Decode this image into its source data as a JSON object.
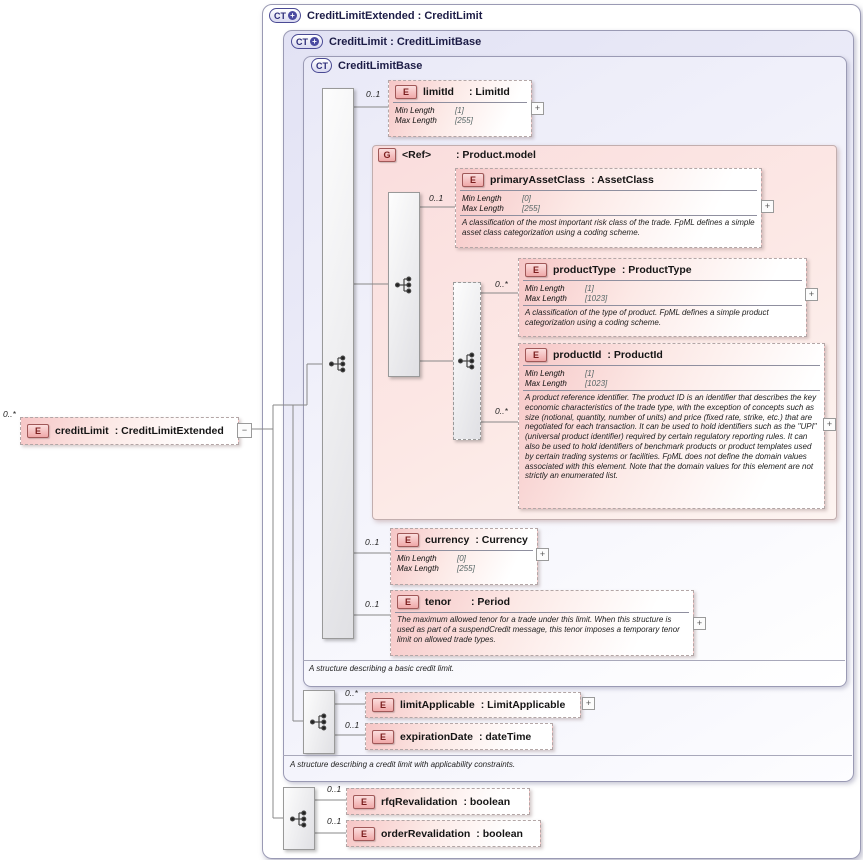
{
  "containers": {
    "extended": {
      "badge": "CT",
      "badge_plus": "+",
      "title": "CreditLimitExtended : CreditLimit"
    },
    "limit": {
      "badge": "CT",
      "badge_plus": "+",
      "title": "CreditLimit : CreditLimitBase",
      "footnote": "A structure describing a credit limit with applicability constraints."
    },
    "base": {
      "badge": "CT",
      "title": "CreditLimitBase",
      "footnote": "A structure describing a basic credit limit."
    }
  },
  "group": {
    "badge": "G",
    "name": "<Ref>",
    "sep": ":",
    "type": "Product.model"
  },
  "source": {
    "cardinality": "0..*",
    "badge": "E",
    "name": "creditLimit",
    "sep": ":",
    "type": "CreditLimitExtended",
    "collapse": "−"
  },
  "elements": {
    "limitId": {
      "cardinality": "0..1",
      "badge": "E",
      "name": "limitId",
      "sep": ":",
      "type": "LimitId",
      "expand": "+",
      "facts": [
        {
          "label": "Min Length",
          "value": "[1]"
        },
        {
          "label": "Max Length",
          "value": "[255]"
        }
      ]
    },
    "primaryAssetClass": {
      "cardinality": "0..1",
      "badge": "E",
      "name": "primaryAssetClass",
      "sep": ":",
      "type": "AssetClass",
      "expand": "+",
      "facts": [
        {
          "label": "Min Length",
          "value": "[0]"
        },
        {
          "label": "Max Length",
          "value": "[255]"
        }
      ],
      "annotation": "A classification of the most important risk class of the trade. FpML defines a simple asset class categorization using a coding scheme."
    },
    "productType": {
      "cardinality": "0..*",
      "badge": "E",
      "name": "productType",
      "sep": ":",
      "type": "ProductType",
      "expand": "+",
      "facts": [
        {
          "label": "Min Length",
          "value": "[1]"
        },
        {
          "label": "Max Length",
          "value": "[1023]"
        }
      ],
      "annotation": "A classification of the type of product. FpML defines a simple product categorization using a coding scheme."
    },
    "productId": {
      "cardinality": "0..*",
      "badge": "E",
      "name": "productId",
      "sep": ":",
      "type": "ProductId",
      "expand": "+",
      "facts": [
        {
          "label": "Min Length",
          "value": "[1]"
        },
        {
          "label": "Max Length",
          "value": "[1023]"
        }
      ],
      "annotation": "A product reference identifier. The product ID is an identifier that describes the key economic characteristics of the trade type, with the exception of concepts such as size (notional, quantity, number of units) and price (fixed rate, strike, etc.) that are negotiated for each transaction. It can be used to hold identifiers such as the \"UPI\" (universal product identifier) required by certain regulatory reporting rules. It can also be used to hold identifiers of benchmark products or product templates used by certain trading systems or facilities. FpML does not define the domain values associated with this element. Note that the domain values for this element are not strictly an enumerated list."
    },
    "currency": {
      "cardinality": "0..1",
      "badge": "E",
      "name": "currency",
      "sep": ":",
      "type": "Currency",
      "expand": "+",
      "facts": [
        {
          "label": "Min Length",
          "value": "[0]"
        },
        {
          "label": "Max Length",
          "value": "[255]"
        }
      ]
    },
    "tenor": {
      "cardinality": "0..1",
      "badge": "E",
      "name": "tenor",
      "sep": ":",
      "type": "Period",
      "expand": "+",
      "annotation": "The maximum allowed tenor for a trade under this limit. When this structure is used as part of a suspendCredit message, this tenor imposes a temporary tenor limit on allowed trade types."
    },
    "limitApplicable": {
      "cardinality": "0..*",
      "badge": "E",
      "name": "limitApplicable",
      "sep": ":",
      "type": "LimitApplicable",
      "expand": "+"
    },
    "expirationDate": {
      "cardinality": "0..1",
      "badge": "E",
      "name": "expirationDate",
      "sep": ":",
      "type": "dateTime"
    },
    "rfqRevalidation": {
      "cardinality": "0..1",
      "badge": "E",
      "name": "rfqRevalidation",
      "sep": ":",
      "type": "boolean"
    },
    "orderRevalidation": {
      "cardinality": "0..1",
      "badge": "E",
      "name": "orderRevalidation",
      "sep": ":",
      "type": "boolean"
    }
  },
  "colors": {
    "accent_navy": "#2c2c78",
    "accent_red": "#7c1f1f",
    "lavender": "#e6e6f6",
    "pink": "#fbe3e3",
    "wire": "#888888"
  }
}
